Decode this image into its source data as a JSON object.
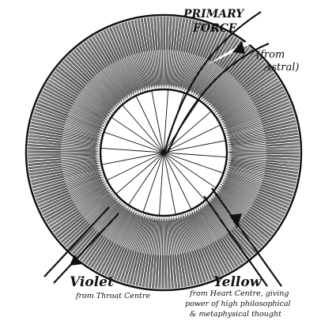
{
  "diagram": {
    "primary_force_line1": "PRIMARY",
    "primary_force_line2": "FORCE",
    "from_astral": "(from Astral)",
    "violet_label": "Violet",
    "violet_sub": "from Throat Centre",
    "yellow_label": "Yellow",
    "yellow_sub1": "from Heart Centre, giving",
    "yellow_sub2": "power of high philosophical",
    "yellow_sub3": "& metaphysical thought"
  },
  "colors": {
    "ink": "#111111",
    "paper": "#ffffff"
  }
}
